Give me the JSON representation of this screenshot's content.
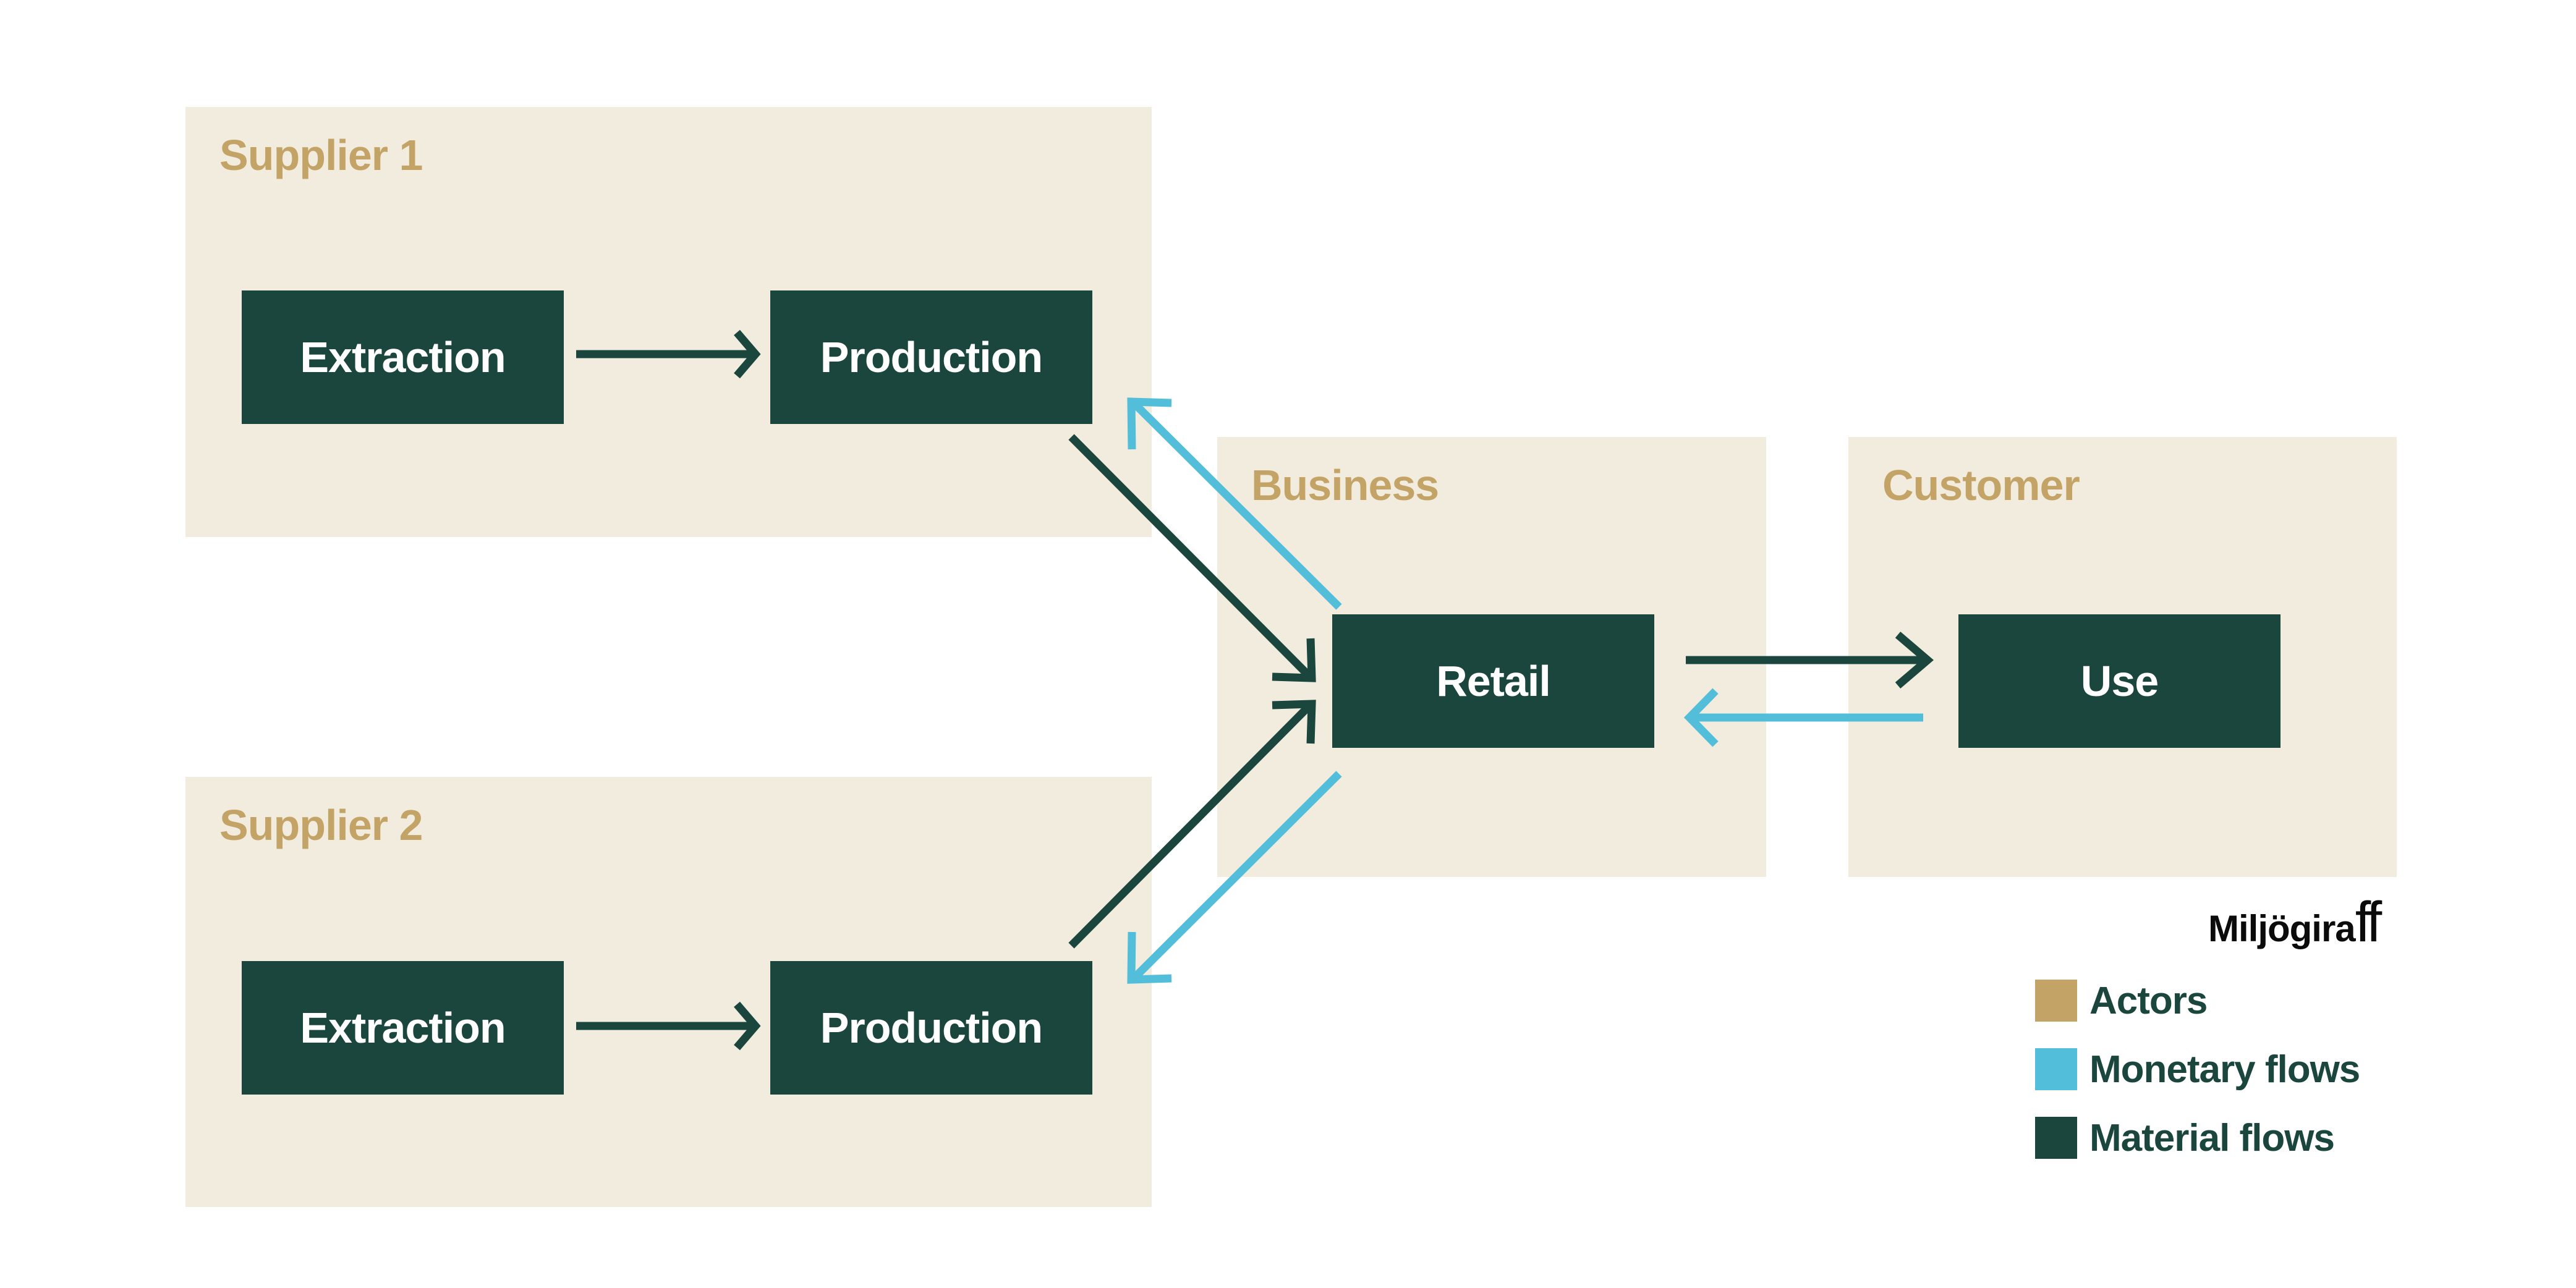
{
  "colors": {
    "actor_bg": "#F2ECDF",
    "actor_label": "#C3A466",
    "node": "#1B463D",
    "monetary": "#52BEDA",
    "material": "#1B463D"
  },
  "actors": {
    "supplier1": {
      "label": "Supplier 1"
    },
    "supplier2": {
      "label": "Supplier 2"
    },
    "business": {
      "label": "Business"
    },
    "customer": {
      "label": "Customer"
    }
  },
  "nodes": {
    "s1_extraction": "Extraction",
    "s1_production": "Production",
    "s2_extraction": "Extraction",
    "s2_production": "Production",
    "retail": "Retail",
    "use": "Use"
  },
  "flows": [
    {
      "from": "s1_extraction",
      "to": "s1_production",
      "type": "material"
    },
    {
      "from": "s2_extraction",
      "to": "s2_production",
      "type": "material"
    },
    {
      "from": "s1_production",
      "to": "retail",
      "type": "material"
    },
    {
      "from": "s2_production",
      "to": "retail",
      "type": "material"
    },
    {
      "from": "retail",
      "to": "s1_production",
      "type": "monetary"
    },
    {
      "from": "retail",
      "to": "s2_production",
      "type": "monetary"
    },
    {
      "from": "retail",
      "to": "use",
      "type": "material"
    },
    {
      "from": "use",
      "to": "retail",
      "type": "monetary"
    }
  ],
  "logo": {
    "text": "Miljögira",
    "suffix": "ff"
  },
  "legend": {
    "items": [
      {
        "label": "Actors",
        "color": "#C3A466"
      },
      {
        "label": "Monetary flows",
        "color": "#52BEDA"
      },
      {
        "label": "Material flows",
        "color": "#1B463D"
      }
    ]
  }
}
